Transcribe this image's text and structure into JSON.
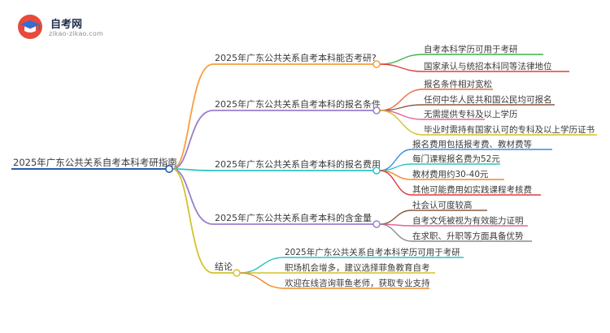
{
  "brand": {
    "name": "自考网",
    "url": "zikao-zikao.com"
  },
  "root": "2025年广东公共关系自考本科考研指南",
  "branches": [
    {
      "label": "2025年广东公共关系自考本科能否考研?",
      "color": "#f4a13c",
      "children": [
        {
          "label": "自考本科学历可用于考研",
          "color": "#3fb44b"
        },
        {
          "label": "国家承认与统招本科同等法律地位",
          "color": "#e23c3c"
        }
      ]
    },
    {
      "label": "2025年广东公共关系自考本科的报名条件",
      "color": "#9b7fcd",
      "children": [
        {
          "label": "报名条件相对宽松",
          "color": "#e86b3d"
        },
        {
          "label": "任何中华人民共和国公民均可报名",
          "color": "#8b5a3c"
        },
        {
          "label": "无需提供专科及以上学历",
          "color": "#e8629a"
        },
        {
          "label": "毕业时需持有国家认可的专科及以上学历证书",
          "color": "#d4c22a"
        }
      ]
    },
    {
      "label": "2025年广东公共关系自考本科的报名费用",
      "color": "#2ec4c4",
      "children": [
        {
          "label": "报名费用包括报考费、教材费等",
          "color": "#3b8be0"
        },
        {
          "label": "每门课程报名费为52元",
          "color": "#2ec4c4"
        },
        {
          "label": "教材费用约30-40元",
          "color": "#f08a2a"
        },
        {
          "label": "其他可能费用如实践课程考核费",
          "color": "#e23c3c"
        }
      ]
    },
    {
      "label": "2025年广东公共关系自考本科的含金量",
      "color": "#9b7fcd",
      "children": [
        {
          "label": "社会认可度较高",
          "color": "#8b5a3c"
        },
        {
          "label": "自考文凭被视为有效能力证明",
          "color": "#e8629a"
        },
        {
          "label": "在求职、升职等方面具备优势",
          "color": "#8c8c8c"
        }
      ]
    },
    {
      "label": "结论",
      "color": "#d4c22a",
      "children": [
        {
          "label": "2025年广东公共关系自考本科学历可用于考研",
          "color": "#2ec4c4"
        },
        {
          "label": "职场机会增多，建议选择菲鱼教育自考",
          "color": "#d4c22a"
        },
        {
          "label": "欢迎在线咨询菲鱼老师，获取专业支持",
          "color": "#f08a2a"
        }
      ]
    }
  ]
}
